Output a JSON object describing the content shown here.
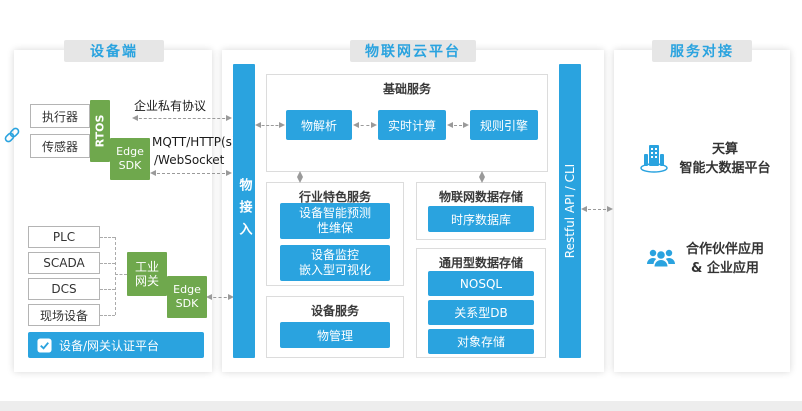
{
  "colors": {
    "accent_blue": "#2AA3DF",
    "accent_green": "#6FA84D",
    "header_bg": "#E6E6E6"
  },
  "device_panel": {
    "title": "设备端",
    "actuator": "执行器",
    "sensor": "传感器",
    "rtos": "RTOS",
    "edge_sdk": [
      "Edge",
      "SDK"
    ],
    "private_protocol": "企业私有协议",
    "mqtt": "MQTT/HTTP(s)",
    "websocket": "/WebSocket",
    "plc": "PLC",
    "scada": "SCADA",
    "dcs": "DCS",
    "field_device": "现场设备",
    "gateway": [
      "工业",
      "网关"
    ],
    "auth": "设备/网关认证平台"
  },
  "cloud_panel": {
    "title": "物联网云平台",
    "access": "物接入",
    "api": "Restful API / CLI",
    "basic": {
      "title": "基础服务",
      "items": [
        "物解析",
        "实时计算",
        "规则引擎"
      ]
    },
    "industry": {
      "title": "行业特色服务",
      "item1": [
        "设备智能预测",
        "性维保"
      ],
      "item2": [
        "设备监控",
        "嵌入型可视化"
      ]
    },
    "iot_storage": {
      "title": "物联网数据存储",
      "item": "时序数据库"
    },
    "general_storage": {
      "title": "通用型数据存储",
      "items": [
        "NOSQL",
        "关系型DB",
        "对象存储"
      ]
    },
    "device_service": {
      "title": "设备服务",
      "item": "物管理"
    }
  },
  "service_panel": {
    "title": "服务对接",
    "bigdata": [
      "天算",
      "智能大数据平台"
    ],
    "partner": [
      "合作伙伴应用",
      "& 企业应用"
    ]
  }
}
